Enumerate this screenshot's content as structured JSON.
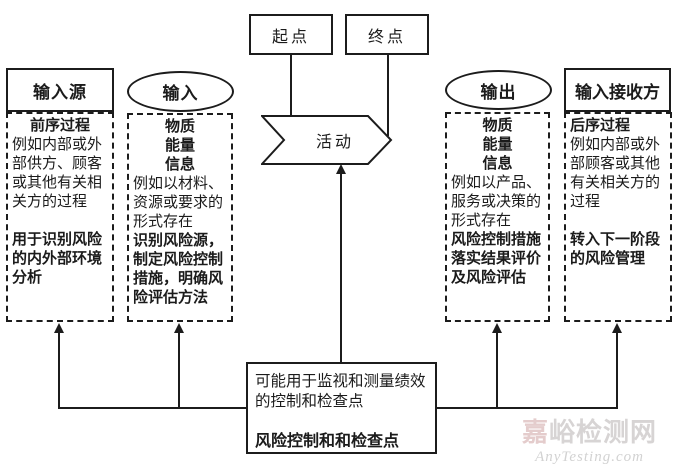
{
  "nodes": {
    "start": "起点",
    "end": "终点",
    "activity": "活动"
  },
  "columns": [
    {
      "header": "输入源",
      "lines": [
        {
          "text": "前序过程"
        },
        {
          "text": "例如内部或外部供方、顾客或其他有关相关方的过程"
        },
        {
          "text": "用于识别风险的内外部环境分析"
        }
      ]
    },
    {
      "header": "输入",
      "lines": [
        {
          "text": "物质"
        },
        {
          "text": "能量"
        },
        {
          "text": "信息"
        },
        {
          "text": "例如以材料、资源或要求的形式存在"
        },
        {
          "text": "识别风险源，制定风险控制措施，明确风险评估方法"
        }
      ]
    },
    {
      "header": "输出",
      "lines": [
        {
          "text": "物质"
        },
        {
          "text": "能量"
        },
        {
          "text": "信息"
        },
        {
          "text": "例如以产品、服务或决策的形式存在"
        },
        {
          "text": "风险控制措施落实结果评价及风险评估"
        }
      ]
    },
    {
      "header": "输入接收方",
      "lines": [
        {
          "text": "后序过程"
        },
        {
          "text": "例如内部或外部顾客或其他有关相关方的过程"
        },
        {
          "text": "转入下一阶段的风险管理"
        }
      ]
    }
  ],
  "bottom_box": {
    "description": "可能用于监视和测量绩效的控制和检查点",
    "title": "风险控制和和检查点"
  },
  "watermark": {
    "site_name": "嘉峪检测网",
    "site_url": "AnyTesting.com"
  },
  "colors": {
    "line": "#1c1c1c",
    "background": "#ffffff",
    "watermark": "#d7d4d4"
  }
}
